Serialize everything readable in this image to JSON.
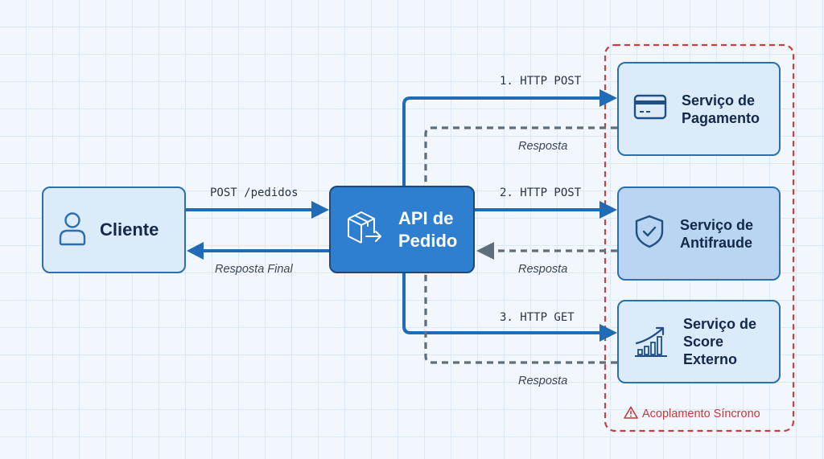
{
  "nodes": {
    "cliente": {
      "label": "Cliente",
      "icon": "user-icon"
    },
    "api": {
      "line1": "API de",
      "line2": "Pedido",
      "icon": "package-arrow-icon"
    },
    "pagamento": {
      "line1": "Serviço de",
      "line2": "Pagamento",
      "icon": "credit-card-icon"
    },
    "antifraude": {
      "line1": "Serviço de",
      "line2": "Antifraude",
      "icon": "shield-check-icon"
    },
    "score": {
      "line1": "Serviço de",
      "line2": "Score Externo",
      "icon": "bar-chart-trend-icon"
    }
  },
  "edges": {
    "request_main": "POST /pedidos",
    "response_main": "Resposta Final",
    "call1": "1. HTTP POST",
    "resp1": "Resposta",
    "call2": "2. HTTP POST",
    "resp2": "Resposta",
    "call3": "3. HTTP GET",
    "resp3": "Resposta"
  },
  "group": {
    "label": "Acoplamento Síncrono",
    "icon": "warning-triangle-icon"
  },
  "colors": {
    "primary": "#2f7fd0",
    "arrow": "#1f6bb5",
    "response_arrow": "#5f6e7b",
    "node_fill": "#dcebfa",
    "node_highlight": "#b9d5f2",
    "group_border": "#c23a3a",
    "text_dark": "#13284a"
  }
}
